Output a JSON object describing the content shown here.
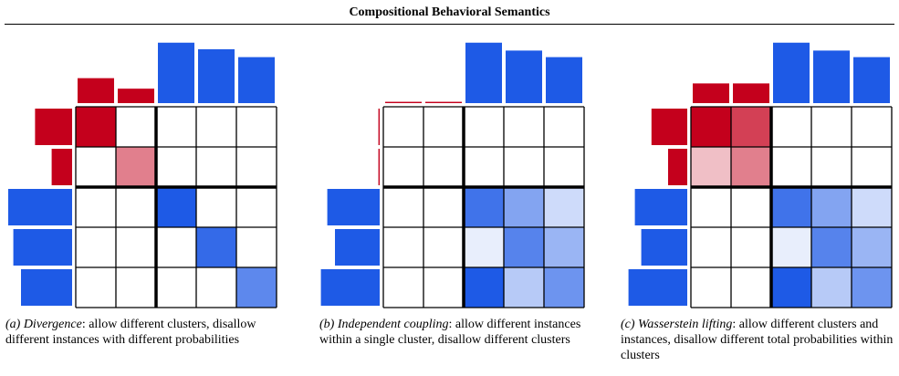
{
  "header": {
    "title": "Compositional Behavioral Semantics"
  },
  "colors": {
    "red": "#c4001c",
    "blue": "#1e5ae6"
  },
  "panels": [
    {
      "id": "a",
      "caption_lead": "(a) Divergence",
      "caption_rest": ": allow different clusters, disallow different instances with different probabilities",
      "top_bars": [
        {
          "color": "red",
          "value": 0.38
        },
        {
          "color": "red",
          "value": 0.22
        },
        {
          "color": "blue",
          "value": 0.92
        },
        {
          "color": "blue",
          "value": 0.82
        },
        {
          "color": "blue",
          "value": 0.7
        }
      ],
      "left_bars": [
        {
          "color": "red",
          "value": 0.58
        },
        {
          "color": "red",
          "value": 0.32
        },
        {
          "color": "blue",
          "value": 1.0
        },
        {
          "color": "blue",
          "value": 0.92
        },
        {
          "color": "blue",
          "value": 0.8
        }
      ],
      "matrix": [
        [
          {
            "color": "red",
            "opacity": 1.0
          },
          {
            "color": "none",
            "opacity": 0
          },
          {
            "color": "none",
            "opacity": 0
          },
          {
            "color": "none",
            "opacity": 0
          },
          {
            "color": "none",
            "opacity": 0
          }
        ],
        [
          {
            "color": "none",
            "opacity": 0
          },
          {
            "color": "red",
            "opacity": 0.5
          },
          {
            "color": "none",
            "opacity": 0
          },
          {
            "color": "none",
            "opacity": 0
          },
          {
            "color": "none",
            "opacity": 0
          }
        ],
        [
          {
            "color": "none",
            "opacity": 0
          },
          {
            "color": "none",
            "opacity": 0
          },
          {
            "color": "blue",
            "opacity": 1.0
          },
          {
            "color": "none",
            "opacity": 0
          },
          {
            "color": "none",
            "opacity": 0
          }
        ],
        [
          {
            "color": "none",
            "opacity": 0
          },
          {
            "color": "none",
            "opacity": 0
          },
          {
            "color": "none",
            "opacity": 0
          },
          {
            "color": "blue",
            "opacity": 0.9
          },
          {
            "color": "none",
            "opacity": 0
          }
        ],
        [
          {
            "color": "none",
            "opacity": 0
          },
          {
            "color": "none",
            "opacity": 0
          },
          {
            "color": "none",
            "opacity": 0
          },
          {
            "color": "none",
            "opacity": 0
          },
          {
            "color": "blue",
            "opacity": 0.72
          }
        ]
      ]
    },
    {
      "id": "b",
      "caption_lead": "(b) Independent coupling",
      "caption_rest": ": allow different instances within a single cluster, disallow different clusters",
      "top_bars": [
        {
          "color": "red",
          "value": 0.02
        },
        {
          "color": "red",
          "value": 0.02
        },
        {
          "color": "blue",
          "value": 0.92
        },
        {
          "color": "blue",
          "value": 0.8
        },
        {
          "color": "blue",
          "value": 0.7
        }
      ],
      "left_bars": [
        {
          "color": "red",
          "value": 0.02
        },
        {
          "color": "red",
          "value": 0.02
        },
        {
          "color": "blue",
          "value": 0.82
        },
        {
          "color": "blue",
          "value": 0.7
        },
        {
          "color": "blue",
          "value": 0.92
        }
      ],
      "matrix": [
        [
          {
            "color": "none",
            "opacity": 0
          },
          {
            "color": "none",
            "opacity": 0
          },
          {
            "color": "none",
            "opacity": 0
          },
          {
            "color": "none",
            "opacity": 0
          },
          {
            "color": "none",
            "opacity": 0
          }
        ],
        [
          {
            "color": "none",
            "opacity": 0
          },
          {
            "color": "none",
            "opacity": 0
          },
          {
            "color": "none",
            "opacity": 0
          },
          {
            "color": "none",
            "opacity": 0
          },
          {
            "color": "none",
            "opacity": 0
          }
        ],
        [
          {
            "color": "none",
            "opacity": 0
          },
          {
            "color": "none",
            "opacity": 0
          },
          {
            "color": "blue",
            "opacity": 0.85
          },
          {
            "color": "blue",
            "opacity": 0.55
          },
          {
            "color": "blue",
            "opacity": 0.22
          }
        ],
        [
          {
            "color": "none",
            "opacity": 0
          },
          {
            "color": "none",
            "opacity": 0
          },
          {
            "color": "blue",
            "opacity": 0.1
          },
          {
            "color": "blue",
            "opacity": 0.75
          },
          {
            "color": "blue",
            "opacity": 0.45
          }
        ],
        [
          {
            "color": "none",
            "opacity": 0
          },
          {
            "color": "none",
            "opacity": 0
          },
          {
            "color": "blue",
            "opacity": 1.0
          },
          {
            "color": "blue",
            "opacity": 0.32
          },
          {
            "color": "blue",
            "opacity": 0.65
          }
        ]
      ]
    },
    {
      "id": "c",
      "caption_lead": "(c) Wasserstein lifting",
      "caption_rest": ": allow different clusters and instances, disallow different total probabilities within clusters",
      "top_bars": [
        {
          "color": "red",
          "value": 0.3
        },
        {
          "color": "red",
          "value": 0.3
        },
        {
          "color": "blue",
          "value": 0.92
        },
        {
          "color": "blue",
          "value": 0.8
        },
        {
          "color": "blue",
          "value": 0.7
        }
      ],
      "left_bars": [
        {
          "color": "red",
          "value": 0.56
        },
        {
          "color": "red",
          "value": 0.3
        },
        {
          "color": "blue",
          "value": 0.82
        },
        {
          "color": "blue",
          "value": 0.72
        },
        {
          "color": "blue",
          "value": 0.92
        }
      ],
      "matrix": [
        [
          {
            "color": "red",
            "opacity": 1.0
          },
          {
            "color": "red",
            "opacity": 0.75
          },
          {
            "color": "none",
            "opacity": 0
          },
          {
            "color": "none",
            "opacity": 0
          },
          {
            "color": "none",
            "opacity": 0
          }
        ],
        [
          {
            "color": "red",
            "opacity": 0.25
          },
          {
            "color": "red",
            "opacity": 0.5
          },
          {
            "color": "none",
            "opacity": 0
          },
          {
            "color": "none",
            "opacity": 0
          },
          {
            "color": "none",
            "opacity": 0
          }
        ],
        [
          {
            "color": "none",
            "opacity": 0
          },
          {
            "color": "none",
            "opacity": 0
          },
          {
            "color": "blue",
            "opacity": 0.85
          },
          {
            "color": "blue",
            "opacity": 0.55
          },
          {
            "color": "blue",
            "opacity": 0.22
          }
        ],
        [
          {
            "color": "none",
            "opacity": 0
          },
          {
            "color": "none",
            "opacity": 0
          },
          {
            "color": "blue",
            "opacity": 0.1
          },
          {
            "color": "blue",
            "opacity": 0.75
          },
          {
            "color": "blue",
            "opacity": 0.45
          }
        ],
        [
          {
            "color": "none",
            "opacity": 0
          },
          {
            "color": "none",
            "opacity": 0
          },
          {
            "color": "blue",
            "opacity": 1.0
          },
          {
            "color": "blue",
            "opacity": 0.32
          },
          {
            "color": "blue",
            "opacity": 0.65
          }
        ]
      ]
    }
  ]
}
